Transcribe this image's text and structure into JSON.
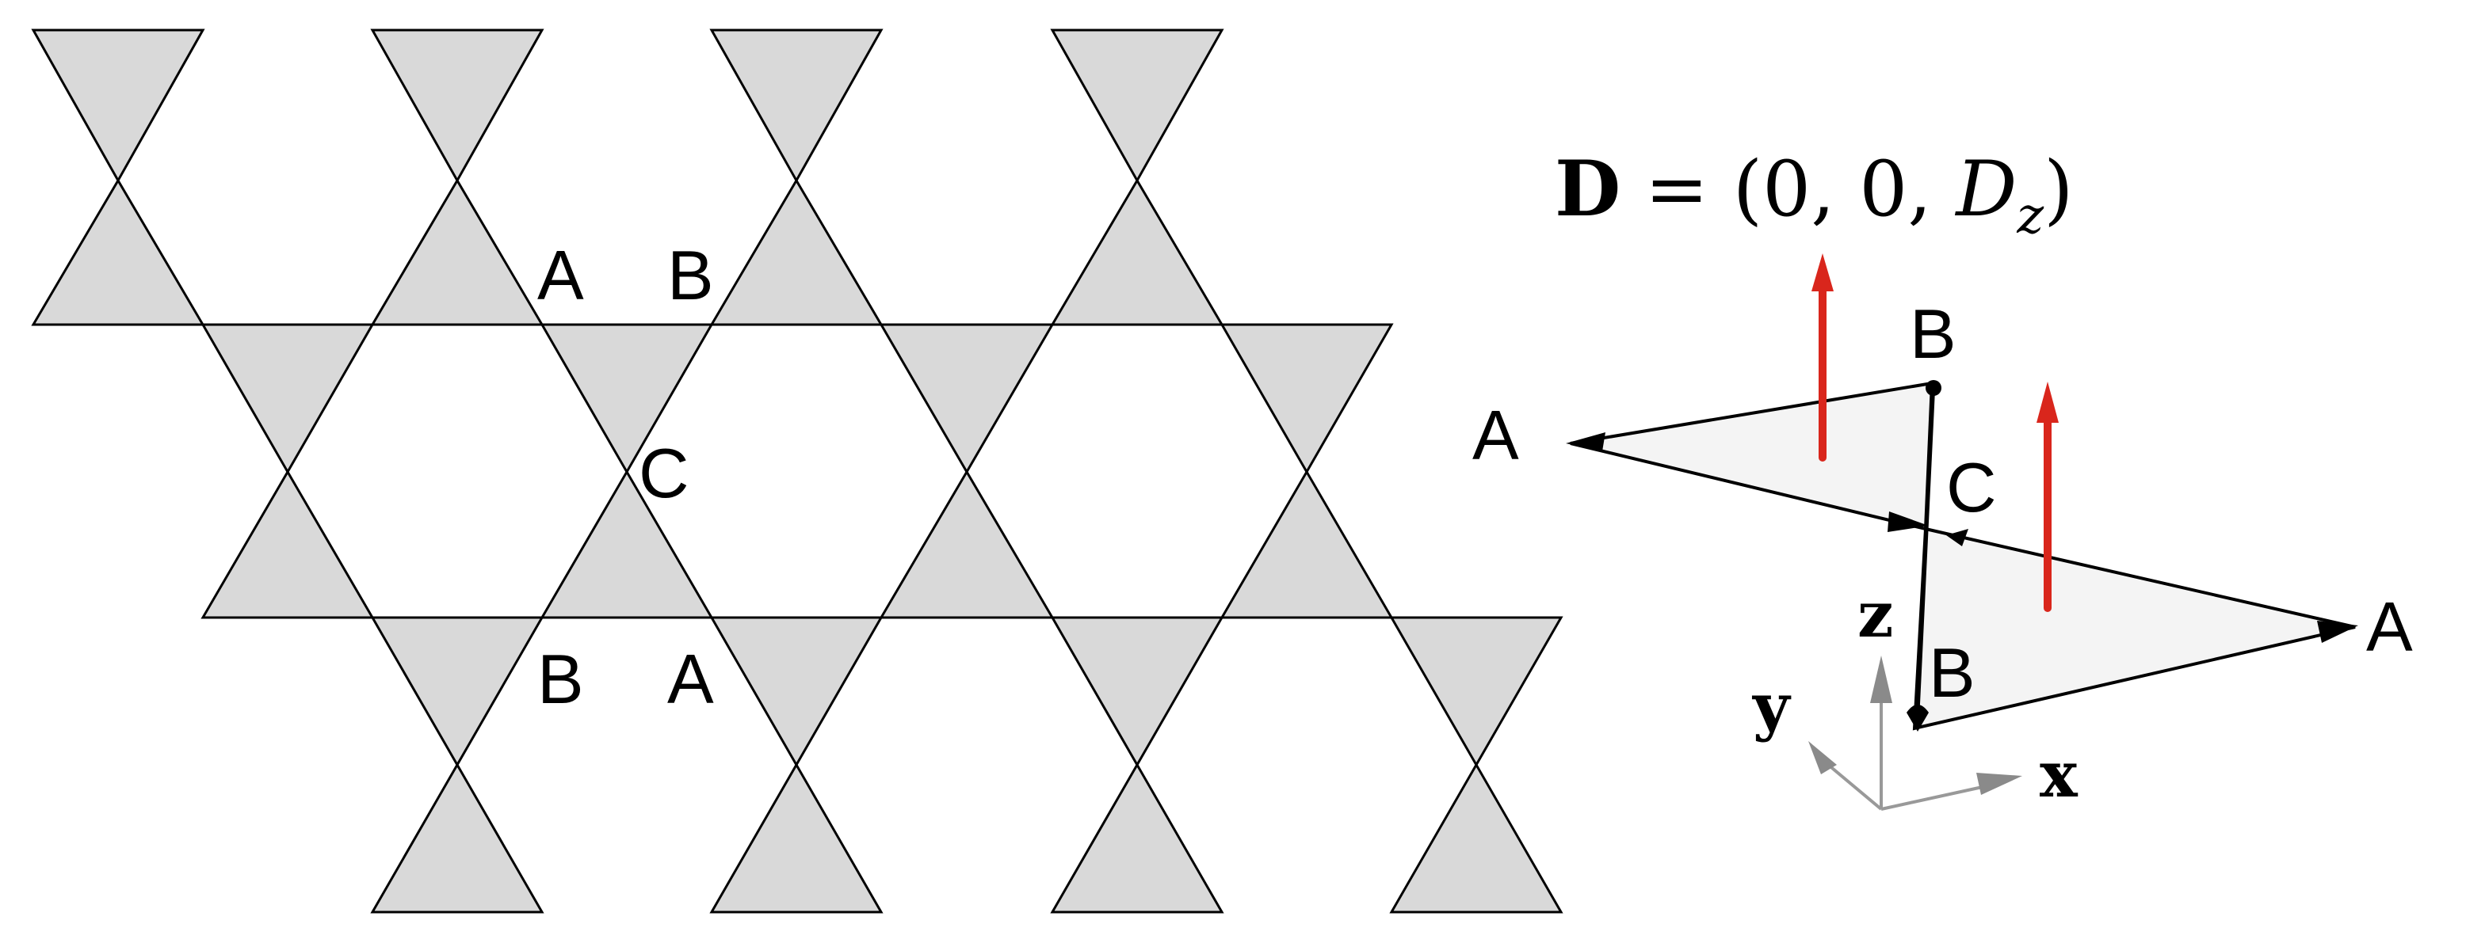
{
  "lattice": {
    "labels": {
      "upper_left_A": "A",
      "upper_right_B": "B",
      "center_C": "C",
      "lower_left_B": "B",
      "lower_right_A": "A"
    }
  },
  "triangle_plaquette": {
    "formula": {
      "bold_D": "D",
      "equals_open": " = (0, 0, ",
      "italic_D": "D",
      "subscript": "z",
      "close": ")"
    },
    "site_labels": {
      "left_A": "A",
      "top_B": "B",
      "center_C": "C",
      "bottom_B": "B",
      "right_A": "A"
    },
    "axes": {
      "z": "z",
      "y": "y",
      "x": "x"
    },
    "colors": {
      "dm_vector": "#d9261c",
      "plaquette_fill": "#f4f4f4",
      "lattice_fill": "#d9d9d9"
    }
  }
}
